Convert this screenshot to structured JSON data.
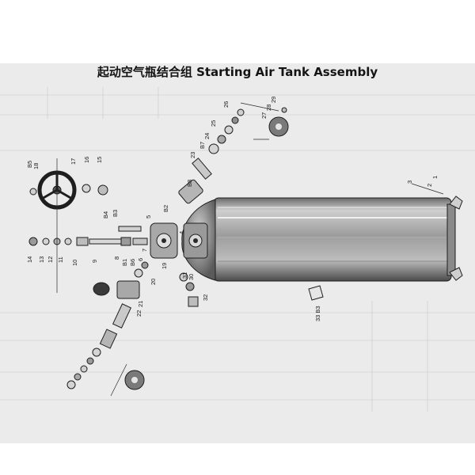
{
  "title": "起动空气瓶结合组 Starting Air Tank Assembly",
  "colors": {
    "paper": "#ebebeb",
    "ink": "#1e1e1e",
    "tank_light": "#d2d2d2",
    "tank_dark": "#5c5c5c"
  },
  "callouts": [
    "B5",
    "18",
    "17",
    "16",
    "15",
    "B4",
    "B3",
    "5",
    "14",
    "13",
    "12",
    "11",
    "10",
    "9",
    "8",
    "B1",
    "B6",
    "6",
    "7",
    "4",
    "1",
    "2",
    "3",
    "B7",
    "24",
    "23",
    "25",
    "26",
    "27",
    "28",
    "29",
    "B8",
    "B2",
    "19",
    "20",
    "21",
    "22",
    "30",
    "31",
    "32",
    "33 B3"
  ]
}
